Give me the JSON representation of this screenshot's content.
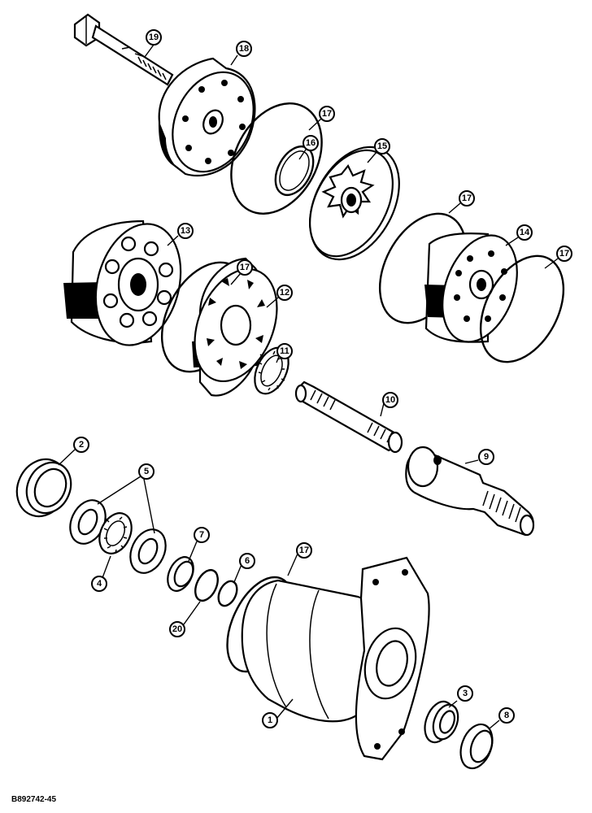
{
  "figure_id": "B892742-45",
  "callouts": [
    {
      "label": "19"
    },
    {
      "label": "18"
    },
    {
      "label": "17"
    },
    {
      "label": "16"
    },
    {
      "label": "15"
    },
    {
      "label": "17"
    },
    {
      "label": "14"
    },
    {
      "label": "17"
    },
    {
      "label": "13"
    },
    {
      "label": "17"
    },
    {
      "label": "12"
    },
    {
      "label": "11"
    },
    {
      "label": "10"
    },
    {
      "label": "9"
    },
    {
      "label": "2"
    },
    {
      "label": "5"
    },
    {
      "label": "4"
    },
    {
      "label": "7"
    },
    {
      "label": "6"
    },
    {
      "label": "17"
    },
    {
      "label": "20"
    },
    {
      "label": "1"
    },
    {
      "label": "3"
    },
    {
      "label": "8"
    }
  ]
}
